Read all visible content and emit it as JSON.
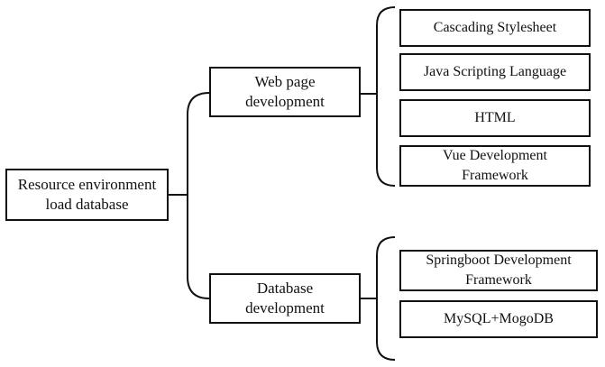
{
  "diagram": {
    "root": {
      "lines": [
        "Resource environment",
        "load database"
      ]
    },
    "branches": [
      {
        "lines": [
          "Web page",
          "development"
        ],
        "children": [
          {
            "lines": [
              "Cascading Stylesheet"
            ]
          },
          {
            "lines": [
              "Java Scripting Language"
            ]
          },
          {
            "lines": [
              "HTML"
            ]
          },
          {
            "lines": [
              "Vue Development",
              "Framework"
            ]
          }
        ]
      },
      {
        "lines": [
          "Database",
          "development"
        ],
        "children": [
          {
            "lines": [
              "Springboot Development",
              "Framework"
            ]
          },
          {
            "lines": [
              "MySQL+MogoDB"
            ]
          }
        ]
      }
    ]
  },
  "colors": {
    "stroke": "#111111",
    "background": "#ffffff",
    "text": "#111111"
  }
}
